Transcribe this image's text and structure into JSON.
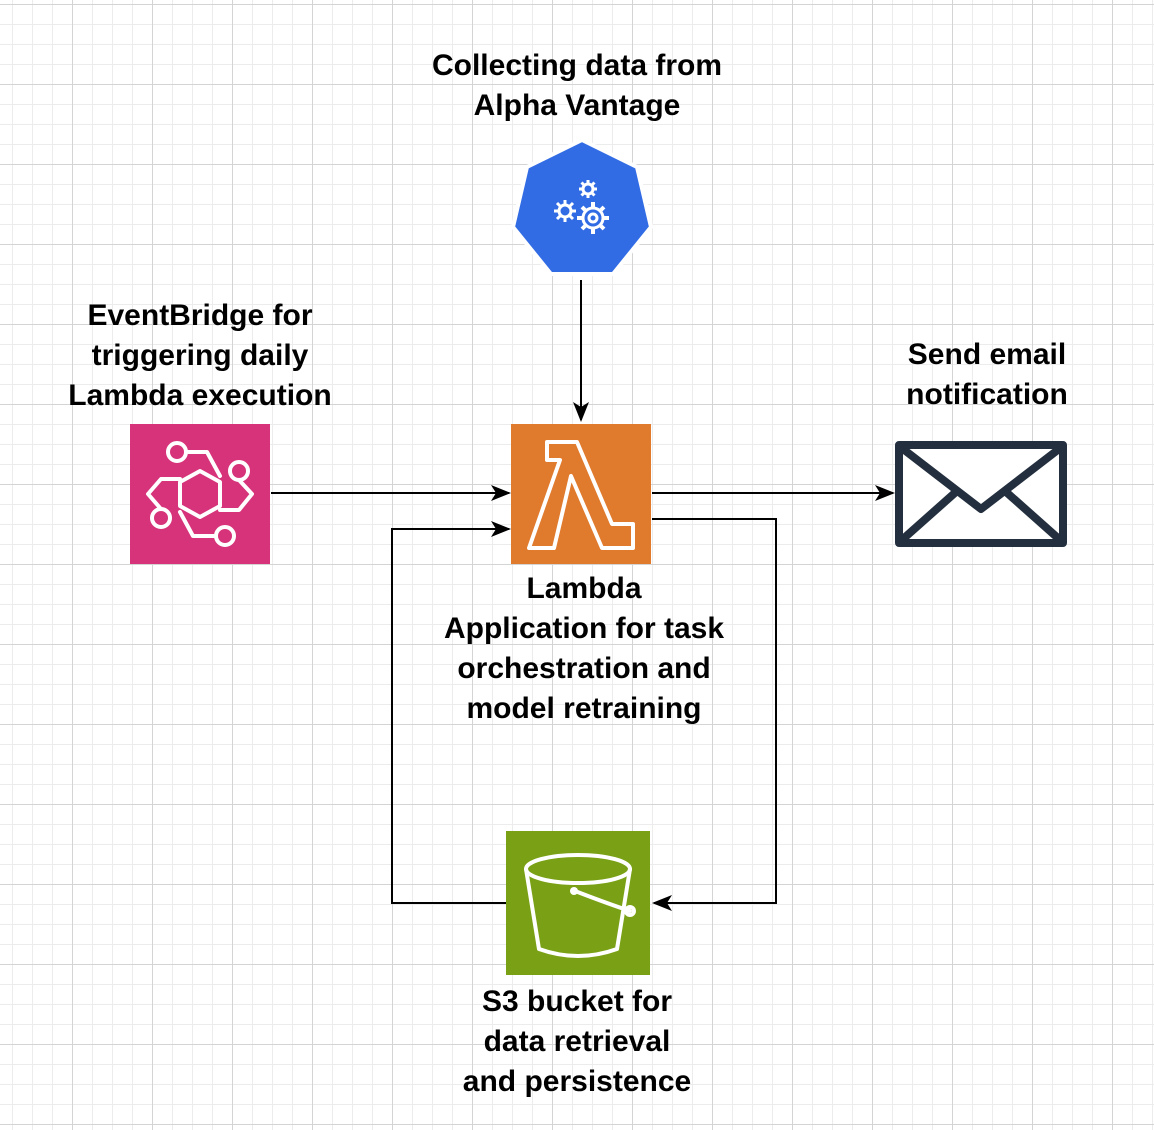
{
  "nodes": {
    "alpha_vantage": {
      "label_lines": [
        "Collecting data from",
        "Alpha Vantage"
      ],
      "icon": "kubernetes-gears-icon",
      "color": "#326CE5"
    },
    "eventbridge": {
      "label_lines": [
        "EventBridge for",
        "triggering daily",
        "Lambda execution"
      ],
      "icon": "eventbridge-icon",
      "color": "#D6337A"
    },
    "lambda": {
      "label_lines": [
        "Lambda",
        "Application for task",
        "orchestration and",
        "model retraining"
      ],
      "icon": "lambda-icon",
      "color": "#E07A2D"
    },
    "email": {
      "label_lines": [
        "Send email",
        "notification"
      ],
      "icon": "envelope-icon",
      "color": "#232F3E"
    },
    "s3": {
      "label_lines": [
        "S3 bucket for",
        "data retrieval",
        "and persistence"
      ],
      "icon": "s3-bucket-icon",
      "color": "#7AA116"
    }
  },
  "edges": [
    {
      "from": "alpha_vantage",
      "to": "lambda"
    },
    {
      "from": "eventbridge",
      "to": "lambda"
    },
    {
      "from": "lambda",
      "to": "email"
    },
    {
      "from": "lambda",
      "to": "s3"
    },
    {
      "from": "s3",
      "to": "lambda"
    }
  ]
}
